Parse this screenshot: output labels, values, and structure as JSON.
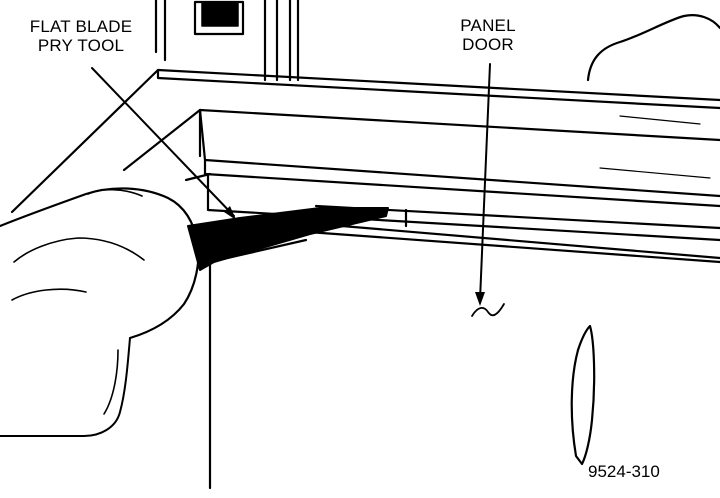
{
  "callouts": {
    "tool": {
      "line1": "FLAT BLADE",
      "line2": "PRY TOOL"
    },
    "door": {
      "line1": "PANEL",
      "line2": "DOOR"
    }
  },
  "figure_id": "9524-310",
  "colors": {
    "ink": "#000000",
    "paper": "#ffffff",
    "stipple": "#8a8a8a"
  }
}
